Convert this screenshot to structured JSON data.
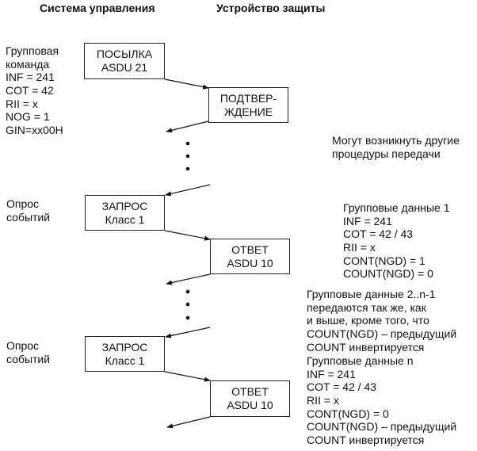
{
  "headers": {
    "left": "Система управления",
    "right": "Устройство защиты"
  },
  "boxes": [
    {
      "line1": "ПОСЫЛКА",
      "line2": "ASDU 21"
    },
    {
      "line1": "ПОДТВЕР-",
      "line2": "ЖДЕНИЕ"
    },
    {
      "line1": "ЗАПРОС",
      "line2": "Класс 1"
    },
    {
      "line1": "ОТВЕТ",
      "line2": "ASDU 10"
    },
    {
      "line1": "ЗАПРОС",
      "line2": "Класс 1"
    },
    {
      "line1": "ОТВЕТ",
      "line2": "ASDU 10"
    }
  ],
  "left_notes": {
    "group_command": [
      "Групповая",
      "команда",
      "INF = 241",
      "COT = 42",
      "RII = x",
      "NOG = 1",
      "GIN=xx00H"
    ],
    "poll1": [
      "Опрос",
      "событий"
    ],
    "poll2": [
      "Опрос",
      "событий"
    ]
  },
  "right_notes": {
    "other_procedures": [
      "Могут возникнуть другие",
      "процедуры передачи"
    ],
    "group_data_1": [
      "Групповые данные 1",
      "INF = 241",
      "COT = 42 / 43",
      "RII = x",
      "CONT(NGD) = 1",
      "COUNT(NGD) = 0"
    ],
    "group_data_middle": [
      "Групповые данные 2..n-1",
      "передаются так же, как",
      "и выше, кроме того, что",
      "COUNT(NGD)  – предыдущий",
      "COUNT инвертируется"
    ],
    "group_data_n": [
      "Групповые данные n",
      "INF = 241",
      "COT = 42 / 43",
      "RII = x",
      "CONT(NGD) = 0",
      "COUNT(NGD)  – предыдущий",
      "COUNT инвертируется"
    ]
  }
}
